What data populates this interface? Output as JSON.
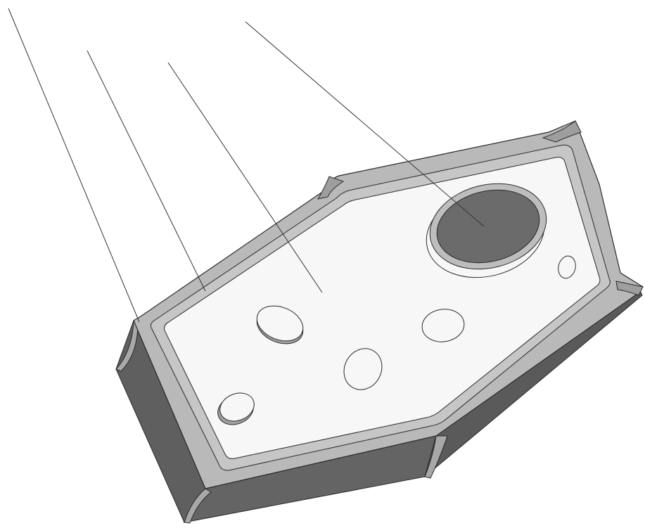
{
  "diagram": {
    "subject": "plant-cell",
    "labels_present": false,
    "pointer_lines": [
      "cell-wall",
      "cell-membrane",
      "cytoplasm",
      "nucleus"
    ],
    "colors": {
      "wall_face": "#b9b9b9",
      "wall_side": "#5f5f5f",
      "cytoplasm": "#f7f7f7",
      "membrane": "#c6c6c6",
      "nucleus": "#6b6b6b",
      "nucleus_ring": "#bdbdbd",
      "outline": "#2a2a2a",
      "leader_line": "#333333"
    }
  }
}
